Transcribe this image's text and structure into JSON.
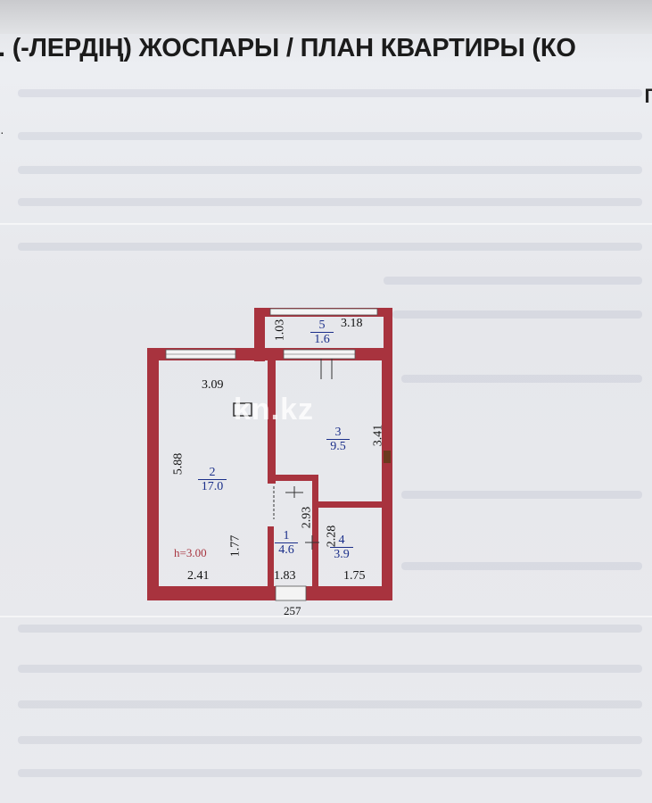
{
  "header": {
    "title": ". (-ЛЕРДІҢ) ЖОСПАРЫ / ПЛАН КВАРТИРЫ (КО",
    "edge_letter": "Г"
  },
  "watermark": "kn.kz",
  "plan": {
    "dimensions": {
      "balcony_height": "1.03",
      "balcony_width": "3.18",
      "room_width_top": "3.09",
      "room_height_left": "5.88",
      "kitchen_height_right": "3.41",
      "bath_height": "2.93",
      "wc_height": "2.28",
      "hall_left": "1.77",
      "bottom_left": "2.41",
      "bottom_mid": "1.83",
      "bottom_right": "1.75",
      "outside_bottom": "257",
      "ceiling_height": "h=3.00"
    },
    "rooms": [
      {
        "number": "5",
        "area": "1.6"
      },
      {
        "number": "2",
        "area": "17.0"
      },
      {
        "number": "3",
        "area": "9.5"
      },
      {
        "number": "1",
        "area": "4.6"
      },
      {
        "number": "4",
        "area": "3.9"
      }
    ]
  },
  "colors": {
    "wall": "#a8333e",
    "room_label": "#1b2f8a",
    "paper": "#e9eaee"
  }
}
